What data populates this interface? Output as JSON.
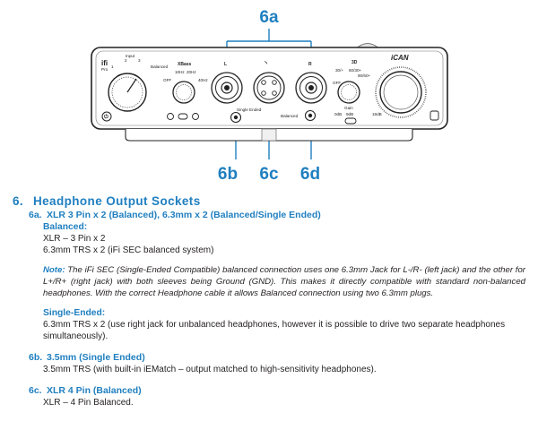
{
  "figure": {
    "callouts": {
      "top": "6a",
      "left": "6b",
      "center": "6c",
      "right": "6d"
    },
    "panel_labels": {
      "brand": "ifi",
      "model": "Pro",
      "input": "Input",
      "input_1": "1",
      "input_2": "2",
      "input_3": "3",
      "balanced": "Balanced",
      "xbass": "XBass",
      "xbass_10hz": "10Hz",
      "xbass_20hz": "20Hz",
      "xbass_off": "OFF",
      "xbass_40hz": "40Hz",
      "left": "L",
      "right": "R",
      "single_ended": "Single Ended",
      "balanced_jack": "Balanced",
      "space_3d": "3D",
      "space_3d_off": "OFF",
      "space_30": "30/+",
      "space_60": "60/30+",
      "space_90": "90/60+",
      "gain_label": "Gain",
      "gain_0db": "0dB",
      "gain_9db": "9dB",
      "gain_18db": "18dB",
      "model_name": "iCAN"
    }
  },
  "section": {
    "number": "6.",
    "title": "Headphone Output Sockets"
  },
  "subsections": [
    {
      "number": "6a.",
      "title": "XLR 3 Pin x 2 (Balanced), 6.3mm x 2 (Balanced/Single Ended)",
      "balanced_heading": "Balanced:",
      "balanced_lines": [
        "XLR – 3 Pin x 2",
        "6.3mm TRS x 2 (iFi SEC balanced system)"
      ],
      "note_label": "Note:",
      "note_text": "The iFi SEC (Single-Ended Compatible) balanced connection uses one 6.3mm Jack for L-/R- (left jack) and the other for L+/R+ (right jack) with both sleeves being Ground (GND). This makes it directly compatible with standard non-balanced headphones. With the correct Headphone cable it allows Balanced connection using two 6.3mm plugs.",
      "single_heading": "Single-Ended:",
      "single_text": "6.3mm TRS x 2 (use right jack for unbalanced headphones, however it is possible to drive two separate headphones simultaneously)."
    },
    {
      "number": "6b.",
      "title": "3.5mm (Single Ended)",
      "text": "3.5mm TRS (with built-in iEMatch – output matched to high-sensitivity headphones)."
    },
    {
      "number": "6c.",
      "title": "XLR 4 Pin (Balanced)",
      "text": "XLR – 4 Pin Balanced."
    }
  ]
}
